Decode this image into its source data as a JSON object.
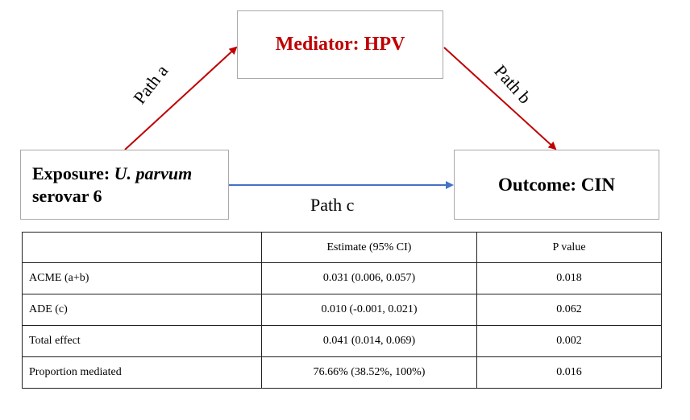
{
  "diagram": {
    "mediator": "Mediator: HPV",
    "exposure": {
      "prefix": "Exposure: ",
      "organism": "U. parvum",
      "suffix": "serovar 6"
    },
    "outcome": "Outcome: CIN",
    "path_a": "Path a",
    "path_b": "Path b",
    "path_c": "Path c",
    "colors": {
      "path_a": "#c00000",
      "path_b": "#c00000",
      "path_c": "#4472c4",
      "mediator_text": "#c00000"
    }
  },
  "table": {
    "headers": [
      "",
      "Estimate (95% CI)",
      "P value"
    ],
    "rows": [
      {
        "label": "ACME (a+b)",
        "estimate": "0.031 (0.006, 0.057)",
        "p": "0.018"
      },
      {
        "label": "ADE (c)",
        "estimate": "0.010 (-0.001, 0.021)",
        "p": "0.062"
      },
      {
        "label": "Total effect",
        "estimate": "0.041 (0.014, 0.069)",
        "p": "0.002"
      },
      {
        "label": "Proportion mediated",
        "estimate": "76.66% (38.52%, 100%)",
        "p": "0.016"
      }
    ]
  }
}
